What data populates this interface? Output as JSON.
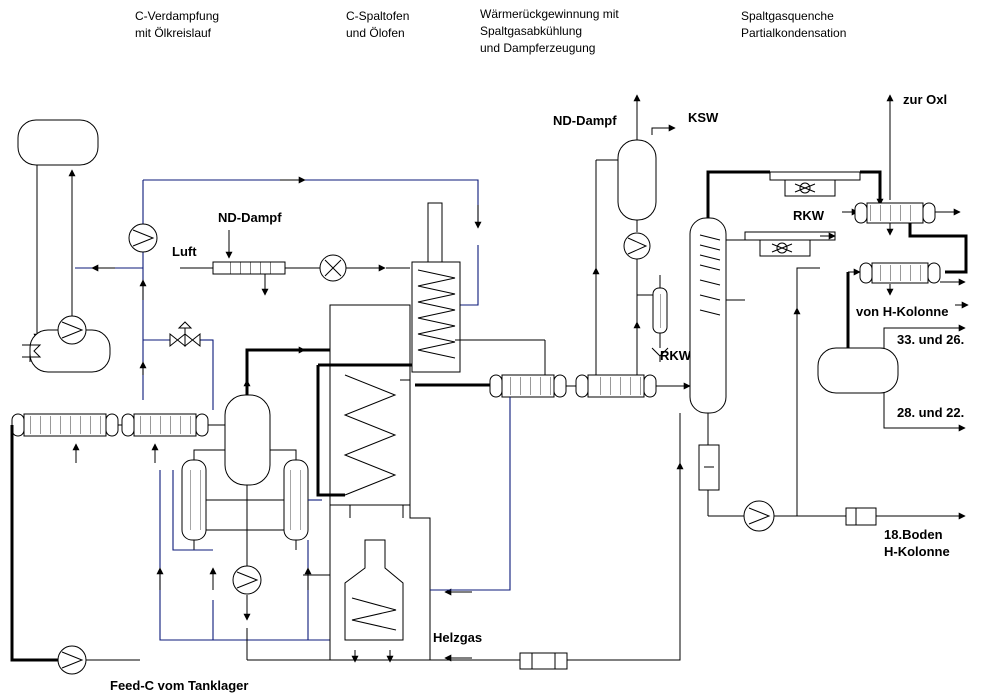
{
  "sections": {
    "s1_line1": "C-Verdampfung",
    "s1_line2": "mit     Ölkreislauf",
    "s2_line1": "C-Spaltofen",
    "s2_line2": "und    Ölofen",
    "s3_line1": "Wärmerückgewinnung       mit",
    "s3_line2": "Spaltgasabkühlung",
    "s3_line3": "und      Dampferzeugung",
    "s4_line1": "Spaltgasquenche",
    "s4_line2": "Partialkondensation"
  },
  "labels": {
    "nd_dampf_left": "ND-Dampf",
    "luft": "Luft",
    "nd_dampf_right": "ND-Dampf",
    "ksw": "KSW",
    "rkw_top": "RKW",
    "rkw_lower": "RKW",
    "zur_oxl": "zur Oxl",
    "von_h_kolonne": "von  H-Kolonne",
    "stage_33_26": "33. und 26.",
    "stage_28_22": "28. und 22.",
    "boden_line1": "18.Boden",
    "boden_line2": "H-Kolonne",
    "heizgas": "Helzgas",
    "feed": "Feed-C vom  Tanklager"
  }
}
